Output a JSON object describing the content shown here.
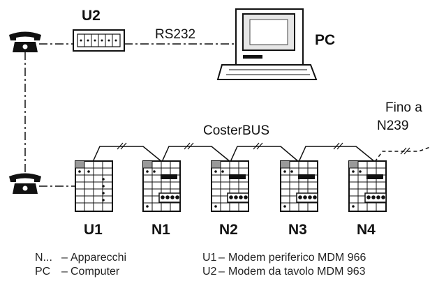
{
  "labels": {
    "u2": "U2",
    "rs232": "RS232",
    "pc": "PC",
    "fino_a": "Fino a",
    "n239": "N239",
    "costerbus": "CosterBUS"
  },
  "devices": [
    "U1",
    "N1",
    "N2",
    "N3",
    "N4"
  ],
  "legend": {
    "n_code": "N...",
    "n_desc": "Apparecchi",
    "pc_code": "PC",
    "pc_desc": "Computer",
    "u1_code": "U1",
    "u1_desc": "Modem periferico MDM 966",
    "u2_code": "U2",
    "u2_desc": "Modem da tavolo MDM 963"
  },
  "colors": {
    "ink": "#111111",
    "grey": "#999999",
    "screen": "#e6e6e6"
  }
}
